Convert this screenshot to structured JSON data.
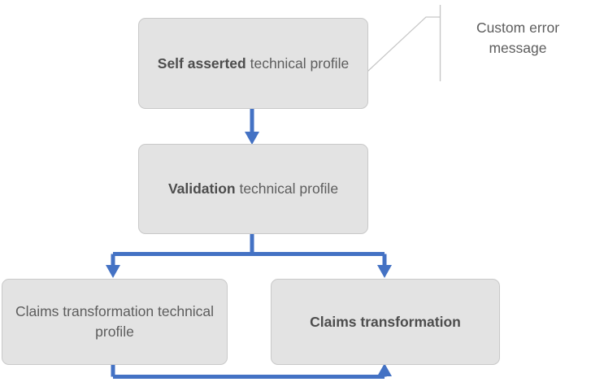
{
  "diagram": {
    "type": "flowchart",
    "background_color": "#FFFFFF",
    "node_fill_color": "#E3E3E3",
    "node_border_color": "#C9C9C9",
    "arrow_color": "#4472C4",
    "callout_line_color": "#C6C6C6",
    "text_color": "#5D5D5D",
    "nodes": [
      {
        "id": "self-asserted",
        "bold_text": "Self asserted",
        "regular_text": " technical profile"
      },
      {
        "id": "validation",
        "bold_text": "Validation",
        "regular_text": " technical profile"
      },
      {
        "id": "claims-transformation-tp",
        "bold_text": "",
        "regular_text": "Claims transformation technical profile"
      },
      {
        "id": "claims-transformation",
        "bold_text": "Claims transformation",
        "regular_text": ""
      }
    ],
    "callout": {
      "label": "Custom error message"
    }
  }
}
